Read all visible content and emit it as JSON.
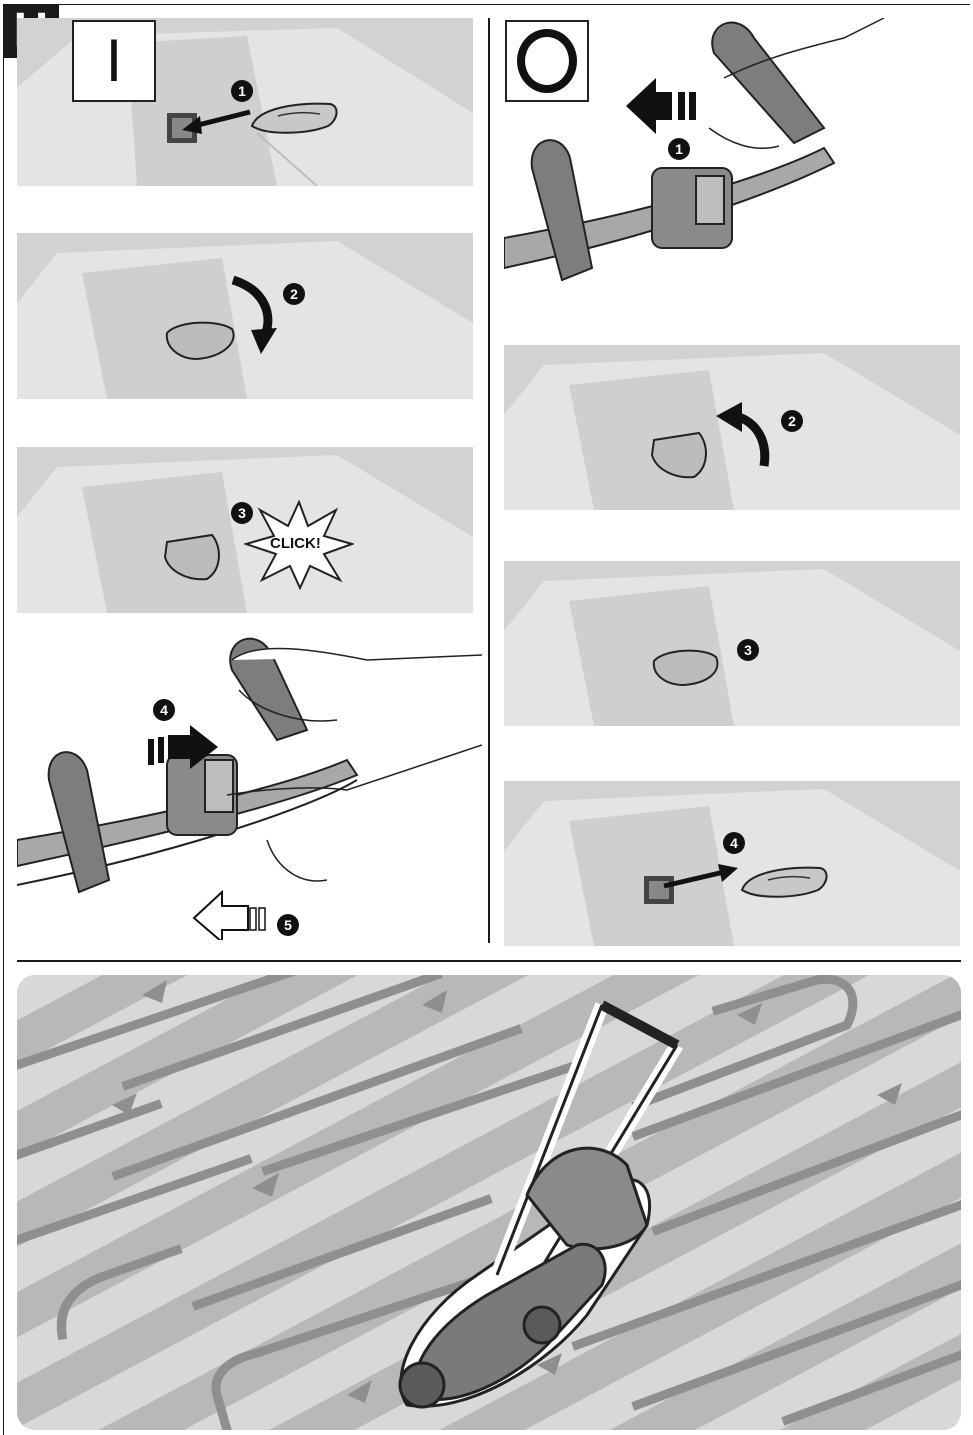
{
  "section_label": "H",
  "on_panel": {
    "mode_symbol": "I",
    "click_text": "CLICK!",
    "steps": [
      "1",
      "2",
      "3",
      "4",
      "5"
    ]
  },
  "off_panel": {
    "mode_symbol": "O",
    "steps": [
      "1",
      "2",
      "3",
      "4"
    ]
  },
  "mowing_diagram": {
    "icon": "lawn-mower-icon",
    "pattern": "overlapping-stripes"
  },
  "colors": {
    "ink": "#1a1a1a",
    "panel_gray": "#dcdcdc",
    "lawn_light": "#d6d6d6",
    "lawn_dark": "#b4b4b4",
    "arrow": "#8f8f8f"
  }
}
